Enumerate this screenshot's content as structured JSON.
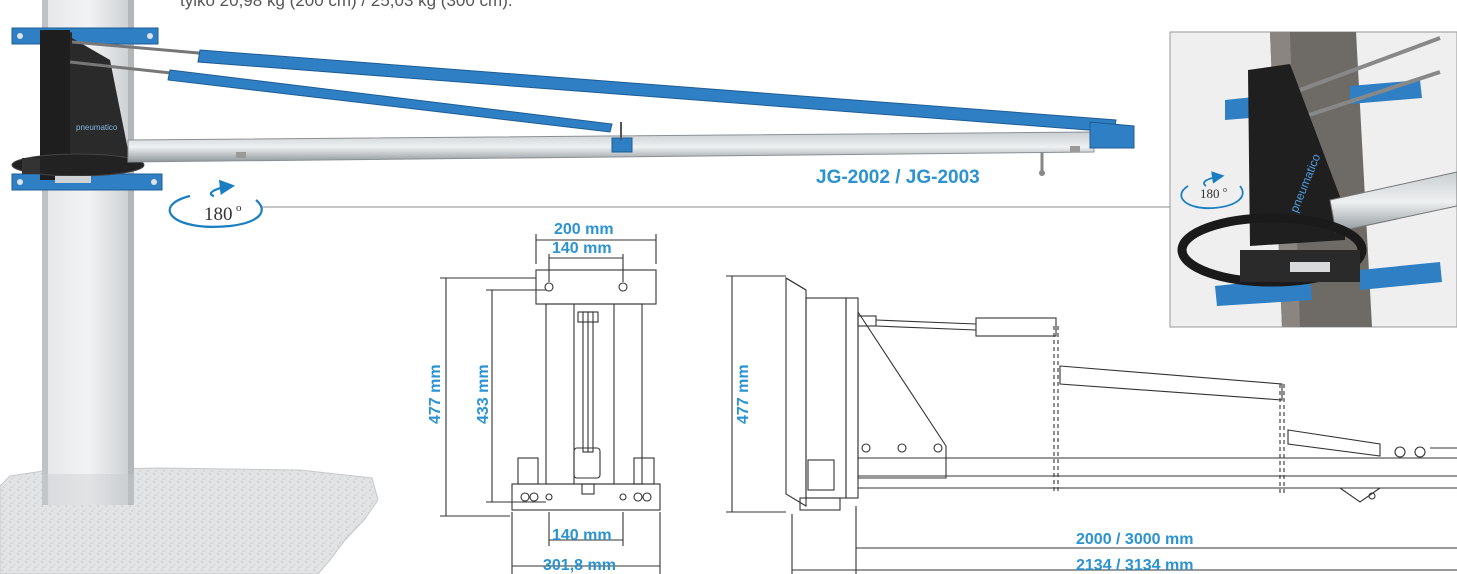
{
  "caption": "tylko 20,98 kg (200 cm) / 25,03 kg (300 cm).",
  "model_label": "JG-2002 / JG-2003",
  "rotation_main": "180",
  "rotation_inset": "180",
  "degree_sign": "o",
  "brand_text": "pneumatico",
  "dimensions": {
    "front_top_outer": "200 mm",
    "front_top_inner": "140 mm",
    "front_height_outer": "477 mm",
    "front_height_inner": "433 mm",
    "front_base_inner": "140 mm",
    "front_base_outer": "301,8 mm",
    "side_height": "477 mm",
    "arm_length": "2000 / 3000 mm",
    "total_length": "2134 / 3134 mm"
  },
  "colors": {
    "accent_blue": "#2b93d1",
    "arm_blue": "#2f7fc4",
    "plate_dark": "#2a2a2a",
    "column_grey": "#d7dadc",
    "steel_grey": "#9aa0a4"
  }
}
